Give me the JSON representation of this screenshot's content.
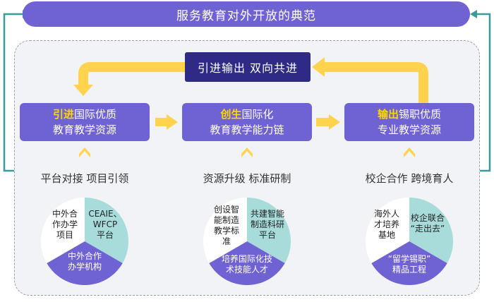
{
  "banner": {
    "title": "服务教育对外开放的典范"
  },
  "center": {
    "title": "引进输出  双向共进"
  },
  "columns": [
    {
      "box_highlight": "引进",
      "box_line1_rest": "国际优质",
      "box_line2": "教育教学资源",
      "subtitle": "平台对接  项目引领",
      "pie": {
        "left": {
          "lines": [
            "中外合",
            "作办学",
            "项目"
          ]
        },
        "right": {
          "lines": [
            "CEAIE、",
            "WFCP",
            "平台"
          ]
        },
        "bottom": {
          "lines": [
            "中外合作",
            "办学机构"
          ]
        }
      }
    },
    {
      "box_highlight": "创生",
      "box_line1_rest": "国际化",
      "box_line2": "教育教学能力链",
      "subtitle": "资源升级  标准研制",
      "pie": {
        "left": {
          "lines": [
            "创设智",
            "能制造",
            "教学标",
            "准"
          ]
        },
        "right": {
          "lines": [
            "共建智能",
            "制造科研",
            "平台"
          ]
        },
        "bottom": {
          "lines": [
            "培养国际化技",
            "术技能人才"
          ]
        }
      }
    },
    {
      "box_highlight": "输出",
      "box_line1_rest": "锡职优质",
      "box_line2": "专业教学资源",
      "subtitle": "校企合作  跨境育人",
      "pie": {
        "left": {
          "lines": [
            "海外人",
            "才培养",
            "基地"
          ]
        },
        "right": {
          "lines": [
            "校企联合",
            "“走出去”"
          ]
        },
        "bottom": {
          "lines": [
            "“留学锡职”",
            "精品工程"
          ]
        }
      }
    }
  ],
  "colors": {
    "primary": "#6f62d3",
    "dark": "#2e2a86",
    "arrow": "#ffd34d",
    "highlight": "#ffd700",
    "pie_teal": "#a8dcdb",
    "pie_purple": "#6f62d3",
    "pie_white": "#ffffff",
    "outer_line": "#3a9b98"
  }
}
